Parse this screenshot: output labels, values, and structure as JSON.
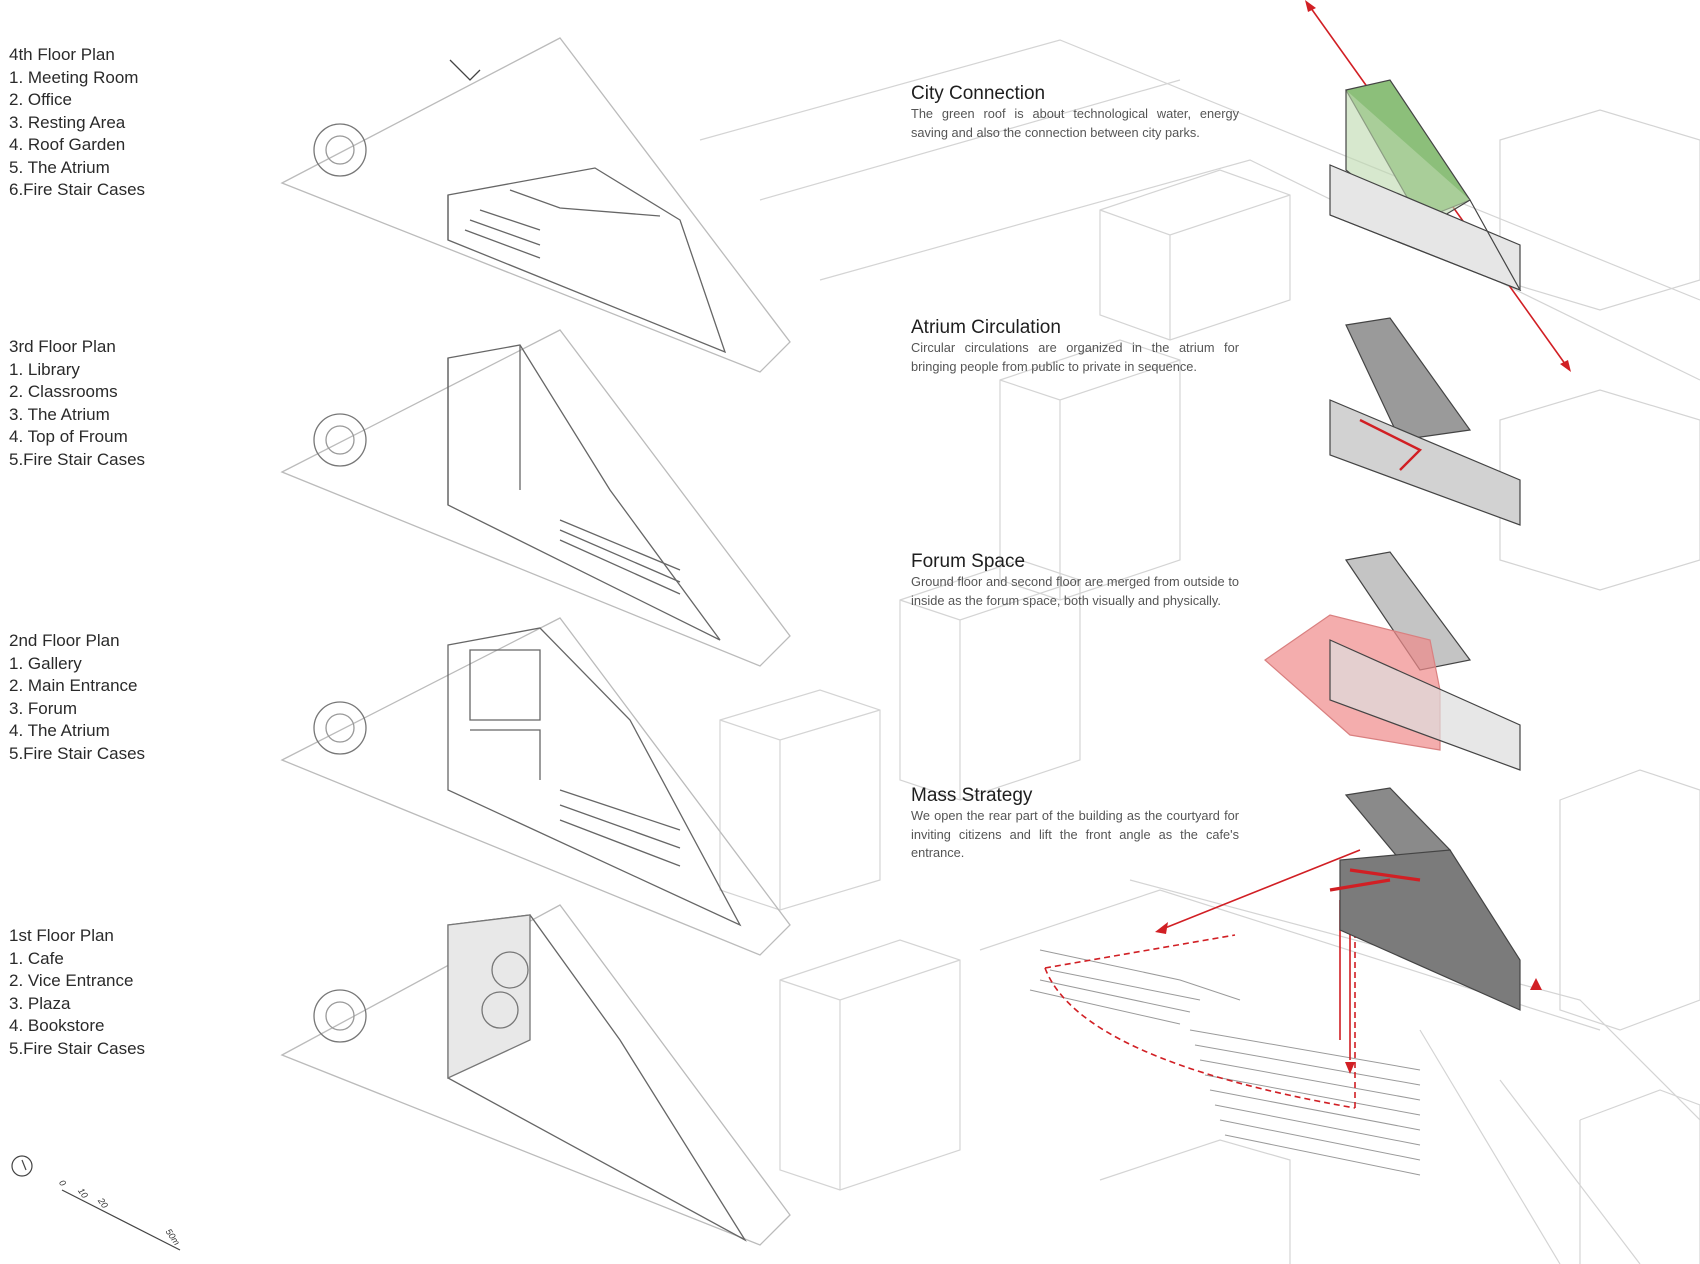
{
  "floor_plans": [
    {
      "id": "4th",
      "title": "4th Floor Plan",
      "items": [
        "1. Meeting Room",
        "2. Office",
        "3. Resting Area",
        "4. Roof Garden",
        "5. The Atrium",
        "6.Fire Stair Cases"
      ]
    },
    {
      "id": "3rd",
      "title": "3rd Floor Plan",
      "items": [
        "1. Library",
        "2. Classrooms",
        "3. The Atrium",
        "4. Top of Froum",
        "5.Fire Stair Cases"
      ]
    },
    {
      "id": "2nd",
      "title": "2nd Floor Plan",
      "items": [
        "1. Gallery",
        "2. Main Entrance",
        "3. Forum",
        "4. The Atrium",
        "5.Fire Stair Cases"
      ]
    },
    {
      "id": "1st",
      "title": "1st Floor Plan",
      "items": [
        "1. Cafe",
        "2. Vice Entrance",
        "3. Plaza",
        "4. Bookstore",
        "5.Fire Stair Cases"
      ]
    }
  ],
  "strategies": [
    {
      "id": "city",
      "title": "City Connection",
      "body": "The green roof is about technological water, energy saving and also the connection between city parks."
    },
    {
      "id": "atrium",
      "title": "Atrium Circulation",
      "body": "Circular circulations are organized in the atrium for bringing people from public to private in sequence."
    },
    {
      "id": "forum",
      "title": "Forum Space",
      "body": "Ground floor and second floor are merged from outside to inside as the forum space, both visually and physically."
    },
    {
      "id": "mass",
      "title": "Mass Strategy",
      "body": "We open the rear part of the building as the courtyard for inviting citizens and lift the front angle as the cafe's entrance."
    }
  ],
  "scale": {
    "ticks": [
      "0",
      "10",
      "20",
      "50m"
    ]
  },
  "colors": {
    "accent_red": "#d11f24",
    "forum_pink": "#f08a8a",
    "roof_green": "#8cbf7a",
    "context_line": "#cfcfcf",
    "plan_line": "#555555"
  }
}
